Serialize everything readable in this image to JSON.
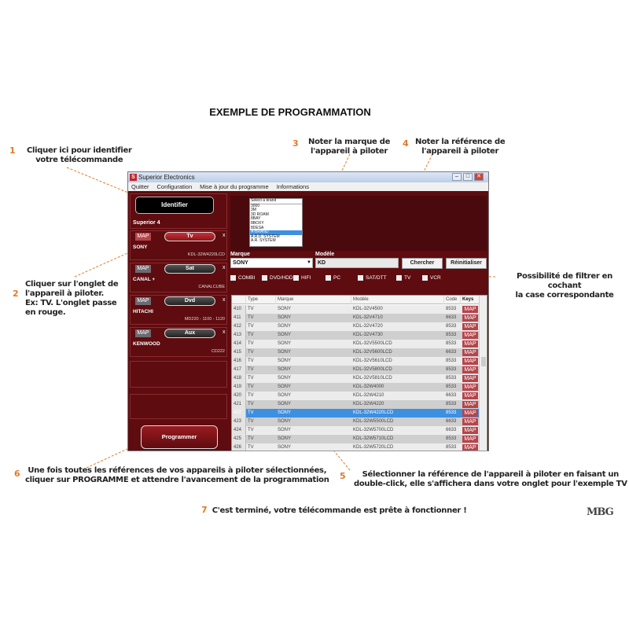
{
  "page_title": "EXEMPLE DE PROGRAMMATION",
  "accent_color": "#e07b2a",
  "annotations": [
    {
      "num": "1",
      "text1": "Cliquer ici pour identifier",
      "text2": "votre télécommande"
    },
    {
      "num": "2",
      "text1": "Cliquer sur l'onglet de",
      "text2": "l'appareil à piloter.",
      "text3": "Ex: TV. L'onglet passe",
      "text4": "en rouge."
    },
    {
      "num": "3",
      "text1": "Noter la marque de",
      "text2": "l'appareil à piloter"
    },
    {
      "num": "4",
      "text1": "Noter la référence de",
      "text2": "l'appareil à piloter"
    },
    {
      "num": "5",
      "text1": "Sélectionner la référence de l'appareil à piloter en faisant un",
      "text2": "double-click, elle s'affichera dans votre onglet pour l'exemple TV"
    },
    {
      "num": "6",
      "text1": "Une fois toutes les références de vos appareils à piloter sélectionnées,",
      "text2": "cliquer sur PROGRAMME et attendre l'avancement de la programmation"
    },
    {
      "num": "7",
      "text1": "C'est terminé, votre télécommande est prête à fonctionner !"
    }
  ],
  "filter_note": {
    "text1": "Possibilité de filtrer en cochant",
    "text2": "la case correspondante"
  },
  "logo_text": "MBG",
  "window": {
    "title": "Superior Electronics",
    "menu": [
      "Quitter",
      "Configuration",
      "Mise à jour du programme",
      "Informations"
    ],
    "identify_button": "Identifier",
    "remote_name": "Superior 4",
    "devices": [
      {
        "map": "MAP",
        "tab": "Tv",
        "brand": "SONY",
        "model": "KDL-32W4220LCD",
        "active": true
      },
      {
        "map": "MAP",
        "tab": "Sat",
        "brand": "CANAL +",
        "model": "CANALCUBE",
        "active": false
      },
      {
        "map": "MAP",
        "tab": "Dvd",
        "brand": "HITACHI",
        "model": "MD220 - 1100 - 1120",
        "active": false
      },
      {
        "map": "MAP",
        "tab": "Aux",
        "brand": "KENWOOD",
        "model": "CD222",
        "active": false
      }
    ],
    "remove_label": "x",
    "program_button": "Programmer",
    "brand_list": {
      "placeholder": "Select a brand",
      "items": [
        "3000",
        "3M",
        "3D ROAM",
        "8BAY",
        "8BOXY",
        "8DESA",
        "A-BRAND",
        "A.R.D. SYSTEM",
        "A.R. SYSTEM"
      ],
      "selected_index": 6
    },
    "marque_label": "Marque",
    "marque_value": "SONY",
    "modele_label": "Modèle",
    "modele_value": "KD",
    "search_button": "Chercher",
    "reset_button": "Réinitialiser",
    "filters": [
      "COMBI",
      "DVD/HDD",
      "HIFI",
      "PC",
      "SAT/DTT",
      "TV",
      "VCR"
    ],
    "table": {
      "headers": [
        "",
        "Type",
        "Marque",
        "Modèle",
        "Code",
        "Keys"
      ],
      "selected_row": 12,
      "rows": [
        [
          "410",
          "TV",
          "SONY",
          "KDL-32V4500",
          "8533",
          "MAP"
        ],
        [
          "411",
          "TV",
          "SONY",
          "KDL-32V4710",
          "6633",
          "MAP"
        ],
        [
          "412",
          "TV",
          "SONY",
          "KDL-32V4720",
          "8533",
          "MAP"
        ],
        [
          "413",
          "TV",
          "SONY",
          "KDL-32V4730",
          "8533",
          "MAP"
        ],
        [
          "414",
          "TV",
          "SONY",
          "KDL-32V5500LCD",
          "8533",
          "MAP"
        ],
        [
          "415",
          "TV",
          "SONY",
          "KDL-32V5600LCD",
          "6633",
          "MAP"
        ],
        [
          "416",
          "TV",
          "SONY",
          "KDL-32V5610LCD",
          "8533",
          "MAP"
        ],
        [
          "417",
          "TV",
          "SONY",
          "KDL-32V5800LCD",
          "8533",
          "MAP"
        ],
        [
          "418",
          "TV",
          "SONY",
          "KDL-32V5810LCD",
          "8533",
          "MAP"
        ],
        [
          "419",
          "TV",
          "SONY",
          "KDL-32W4000",
          "8533",
          "MAP"
        ],
        [
          "420",
          "TV",
          "SONY",
          "KDL-32W4210",
          "6633",
          "MAP"
        ],
        [
          "421",
          "TV",
          "SONY",
          "KDL-32W4220",
          "8533",
          "MAP"
        ],
        [
          "422",
          "TV",
          "SONY",
          "KDL-32W4220LCD",
          "8533",
          "MAP"
        ],
        [
          "423",
          "TV",
          "SONY",
          "KDL-32W5500LCD",
          "6633",
          "MAP"
        ],
        [
          "424",
          "TV",
          "SONY",
          "KDL-32W5700LCD",
          "6633",
          "MAP"
        ],
        [
          "425",
          "TV",
          "SONY",
          "KDL-32W5710LCD",
          "8533",
          "MAP"
        ],
        [
          "426",
          "TV",
          "SONY",
          "KDL-32W5720LCD",
          "8533",
          "MAP"
        ]
      ]
    }
  }
}
